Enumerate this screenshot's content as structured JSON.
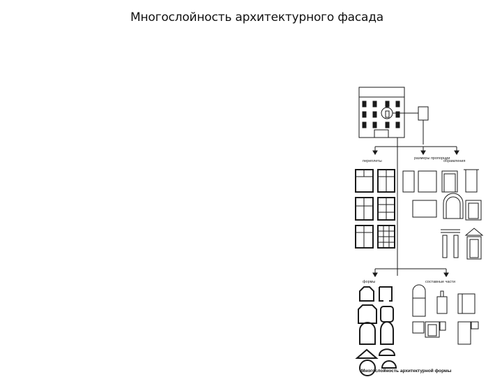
{
  "slide": {
    "title": "Многослойность архитектурного фасада"
  },
  "diagram": {
    "labels": {
      "top_left": "переплеты",
      "top_middle": "размеры пропорции",
      "top_right": "обрамления",
      "bottom_left": "формы",
      "bottom_right": "составные части"
    },
    "caption": "Многослойность архитектурной формы"
  }
}
